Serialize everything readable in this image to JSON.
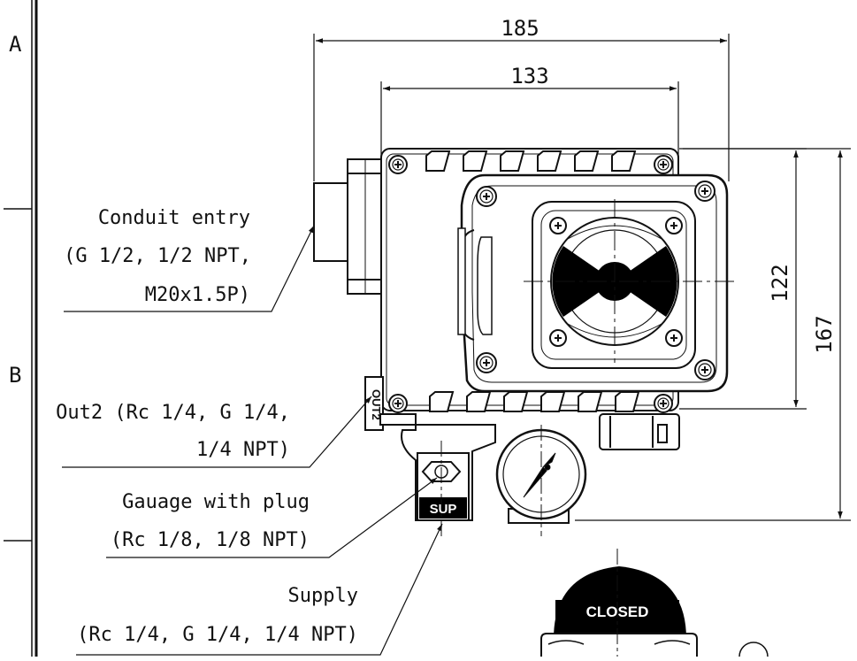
{
  "drawing": {
    "zones": {
      "a": "A",
      "b": "B"
    },
    "dimensions": {
      "overall_width": "185",
      "body_width": "133",
      "cover_height": "122",
      "overall_height": "167"
    },
    "callouts": {
      "conduit": {
        "line1": "Conduit entry",
        "line2": "(G 1/2, 1/2 NPT,",
        "line3": "M20x1.5P)"
      },
      "out2": {
        "line1": "Out2 (Rc 1/4, G 1/4,",
        "line2": "1/4 NPT)"
      },
      "gauge": {
        "line1": "Gauage with plug",
        "line2": "(Rc 1/8, 1/8 NPT)"
      },
      "supply": {
        "line1": "Supply",
        "line2": "(Rc 1/4, G 1/4, 1/4 NPT)"
      }
    },
    "port_labels": {
      "out2": "OUT2",
      "supply": "SUP"
    },
    "indicator_label": "CLOSED",
    "indicator_ring_text": "CLOSED"
  }
}
